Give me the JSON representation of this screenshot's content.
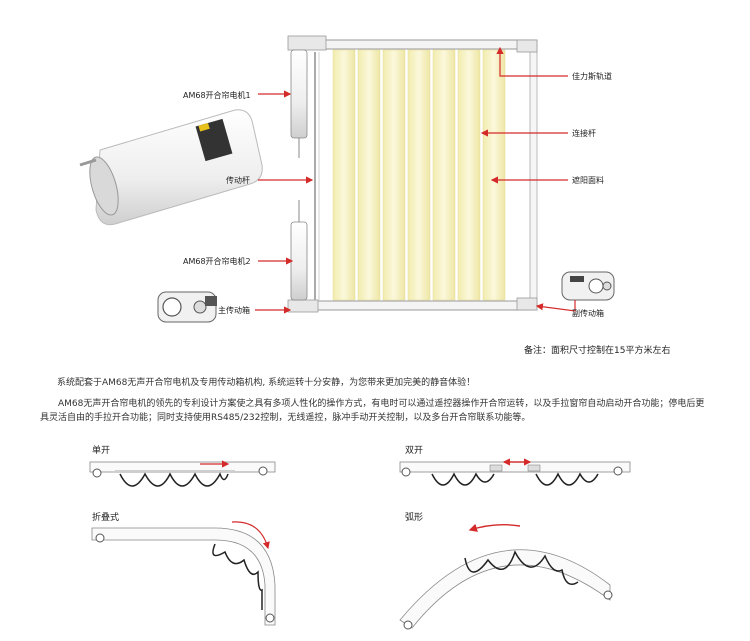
{
  "labels": {
    "motor1": "AM68开合帘电机1",
    "drive_rod": "传动杆",
    "motor2": "AM68开合帘电机2",
    "main_gearbox": "主传动箱",
    "track": "佳力斯轨道",
    "connecting_rod": "连接杆",
    "fabric": "遮阳面料",
    "secondary_gearbox": "副传动箱"
  },
  "note": "备注：面积尺寸控制在15平方米左右",
  "paragraphs": [
    "系统配套于AM68无声开合帘电机及专用传动箱机构, 系统运转十分安静，为您带来更加完美的静音体验！",
    "AM68无声开合帘电机的领先的专利设计方案使之具有多项人性化的操作方式，有电时可以通过遥控器操作开合帘运转，以及手拉窗帘自动启动开合功能；停电后更具灵活自由的手拉开合功能；同时支持使用RS485/232控制，无线遥控，脉冲手动开关控制，以及多台开合帘联系功能等。"
  ],
  "modes": {
    "single": "单开",
    "double": "双开",
    "folding": "折叠式",
    "arc": "弧形"
  },
  "colors": {
    "accent_red": "#d42a2a",
    "fabric_yellow": "#f6f1bd",
    "frame_gray": "#9a9a9a"
  }
}
